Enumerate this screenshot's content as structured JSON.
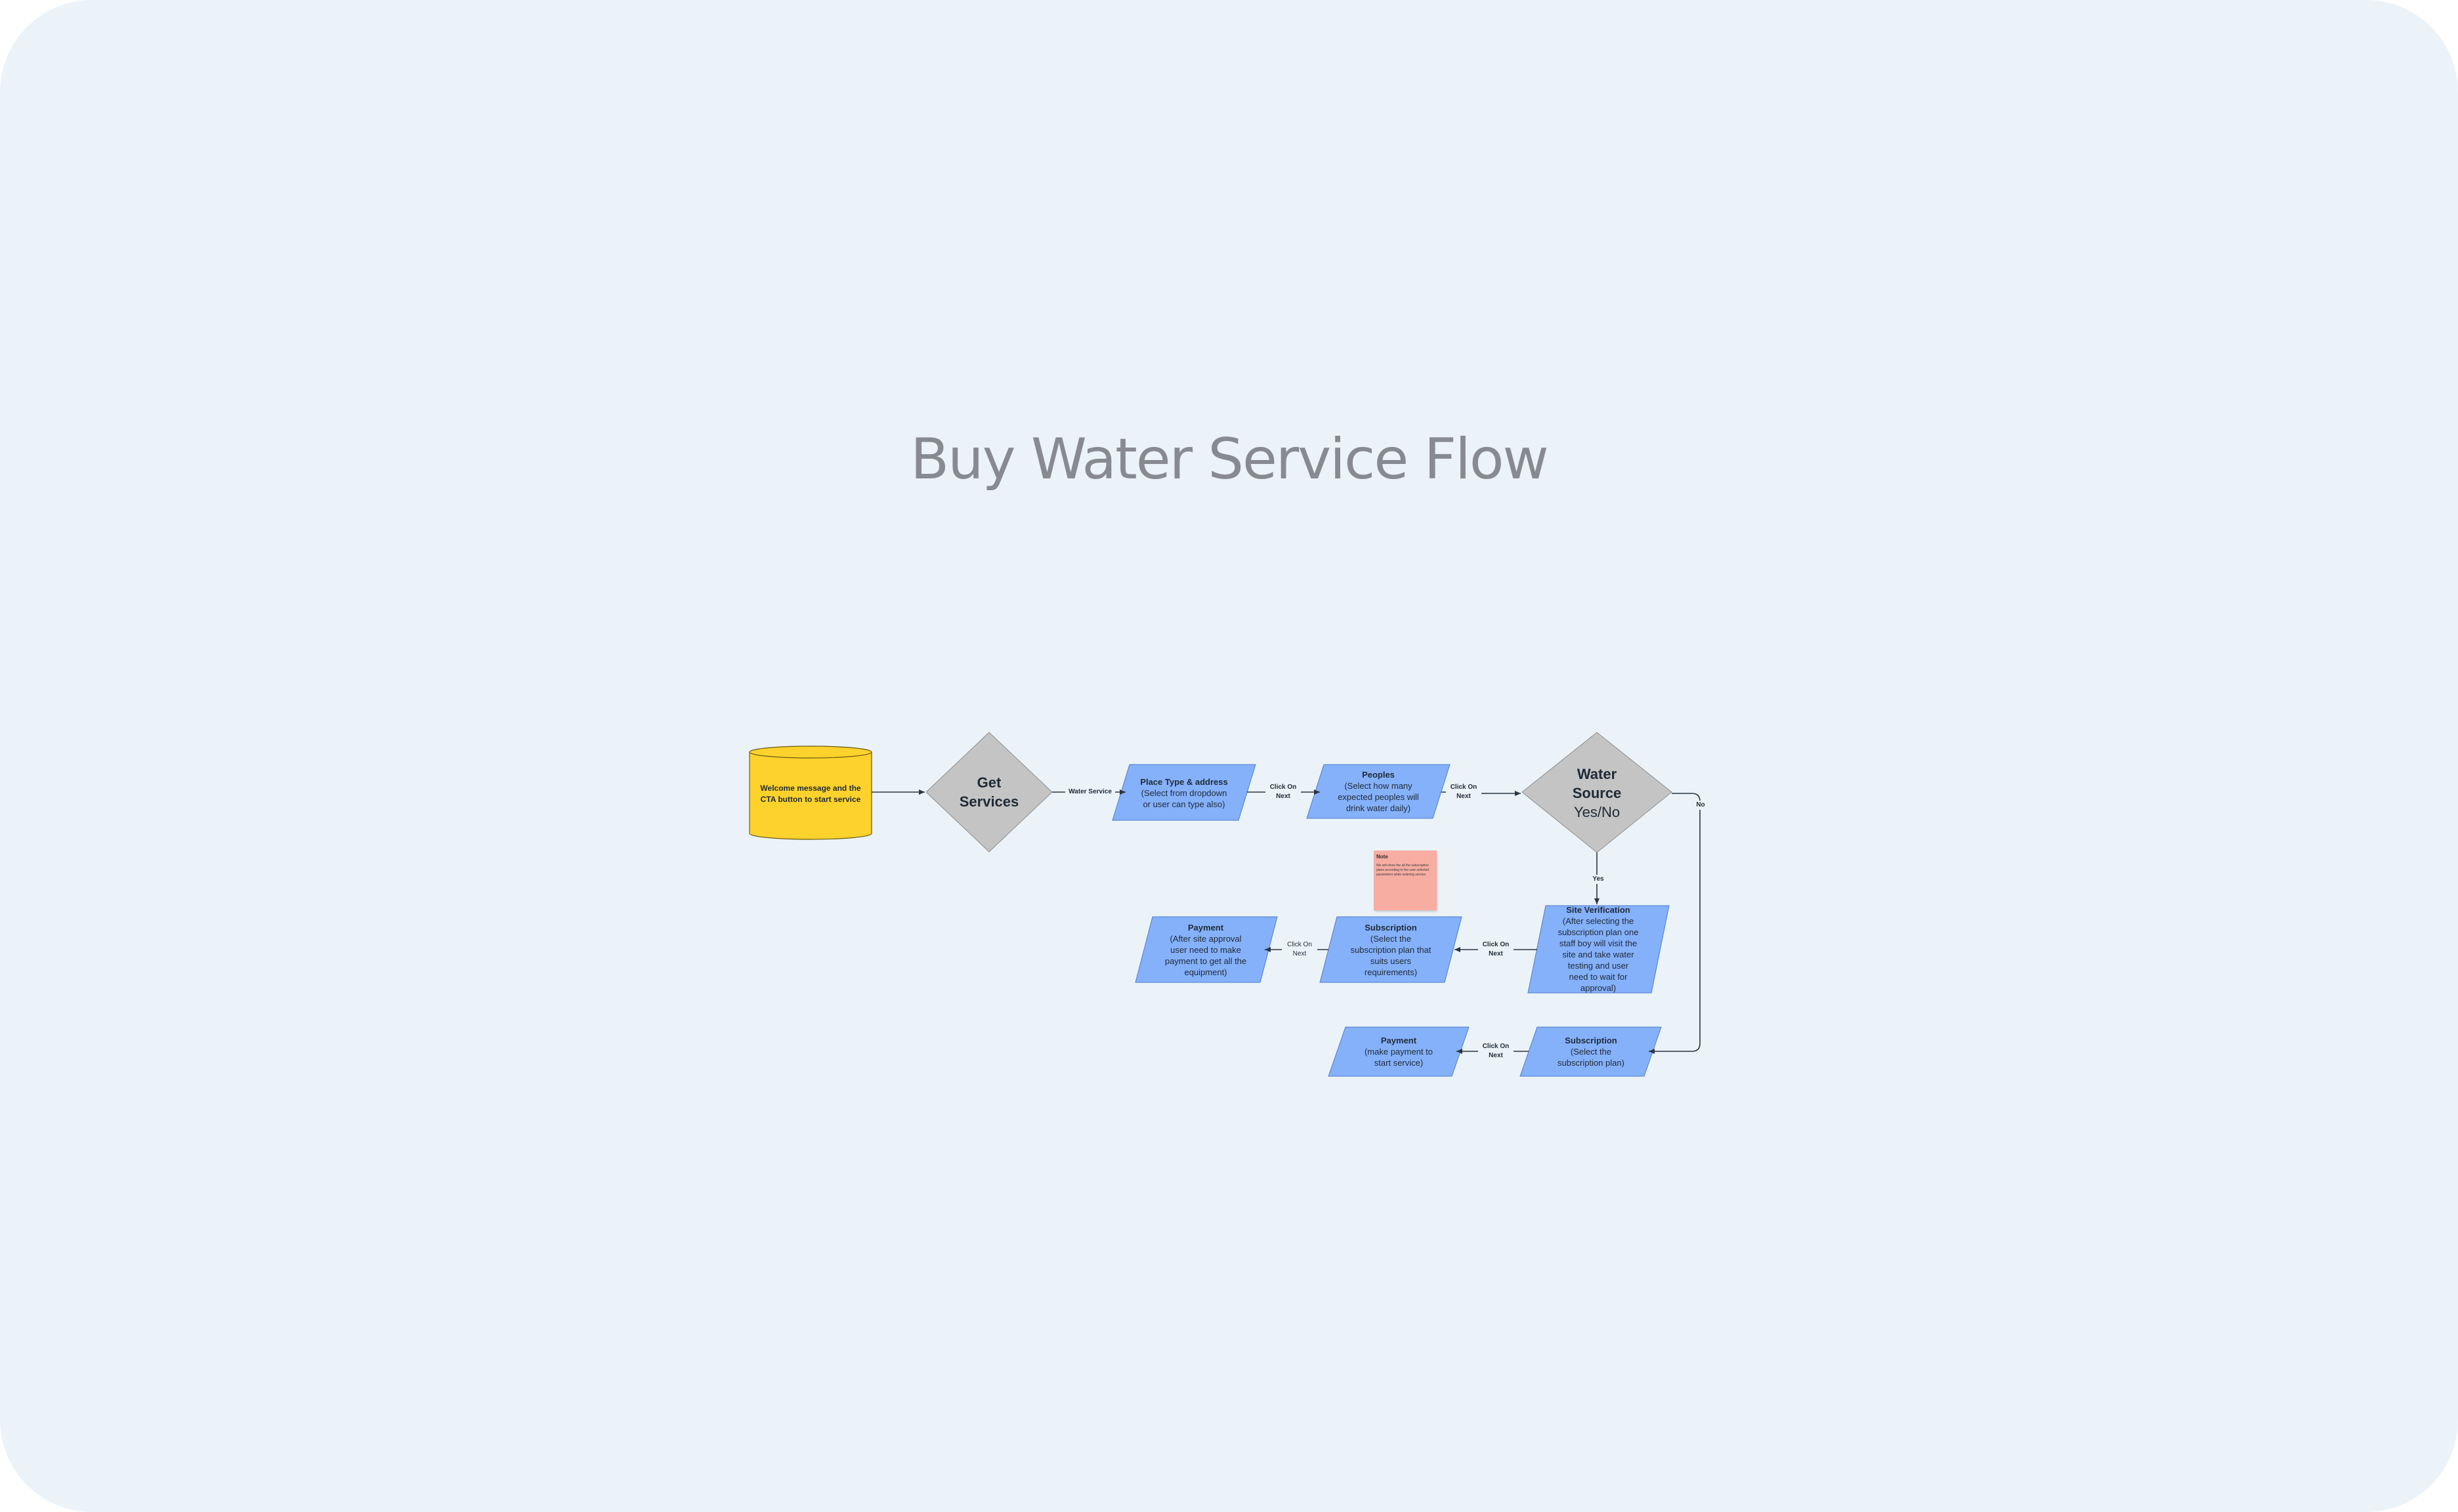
{
  "title": "Buy Water Service Flow",
  "colors": {
    "background": "#ebf3f9",
    "title": "#878b8f",
    "start": "#fdd22c",
    "decision": "#c4c4c4",
    "process": "#85b1fa",
    "note": "#f8ada3",
    "connector": "#2b3440"
  },
  "nodes": {
    "start": {
      "text": "Welcome message and the CTA button to start service"
    },
    "get_services": {
      "line1": "Get",
      "line2": "Services"
    },
    "place_type": {
      "title": "Place Type & address",
      "body": "(Select from dropdown or user can type also)"
    },
    "peoples": {
      "title": "Peoples",
      "body": "(Select how many expected peoples will drink water daily)"
    },
    "water_source": {
      "line1": "Water",
      "line2": "Source",
      "line3": "Yes/No"
    },
    "site_verification": {
      "title": "Site Verification",
      "body": "(After selecting the subscription plan one staff boy will visit the site and take water testing and user need to wait for approval)"
    },
    "subscription_yes": {
      "title": "Subscription",
      "body": "(Select the subscription plan that suits users requirements)"
    },
    "payment_yes": {
      "title": "Payment",
      "body": "(After site approval user need to make payment to get all the equipment)"
    },
    "subscription_no": {
      "title": "Subscription",
      "body": "(Select the subscription plan)"
    },
    "payment_no": {
      "title": "Payment",
      "body": "(make payment to start service)"
    }
  },
  "edges": {
    "water_service": "Water Service",
    "click_next_1": "Click On Next",
    "click_next_2": "Click On Next",
    "yes": "Yes",
    "no": "No",
    "click_next_3": "Click On Next",
    "click_next_4": "Click On Next",
    "click_next_5": "Click On Next"
  },
  "note": {
    "title": "Note",
    "body": "We will show the all the subscription plans according to the user selected parameters while ordering service."
  }
}
